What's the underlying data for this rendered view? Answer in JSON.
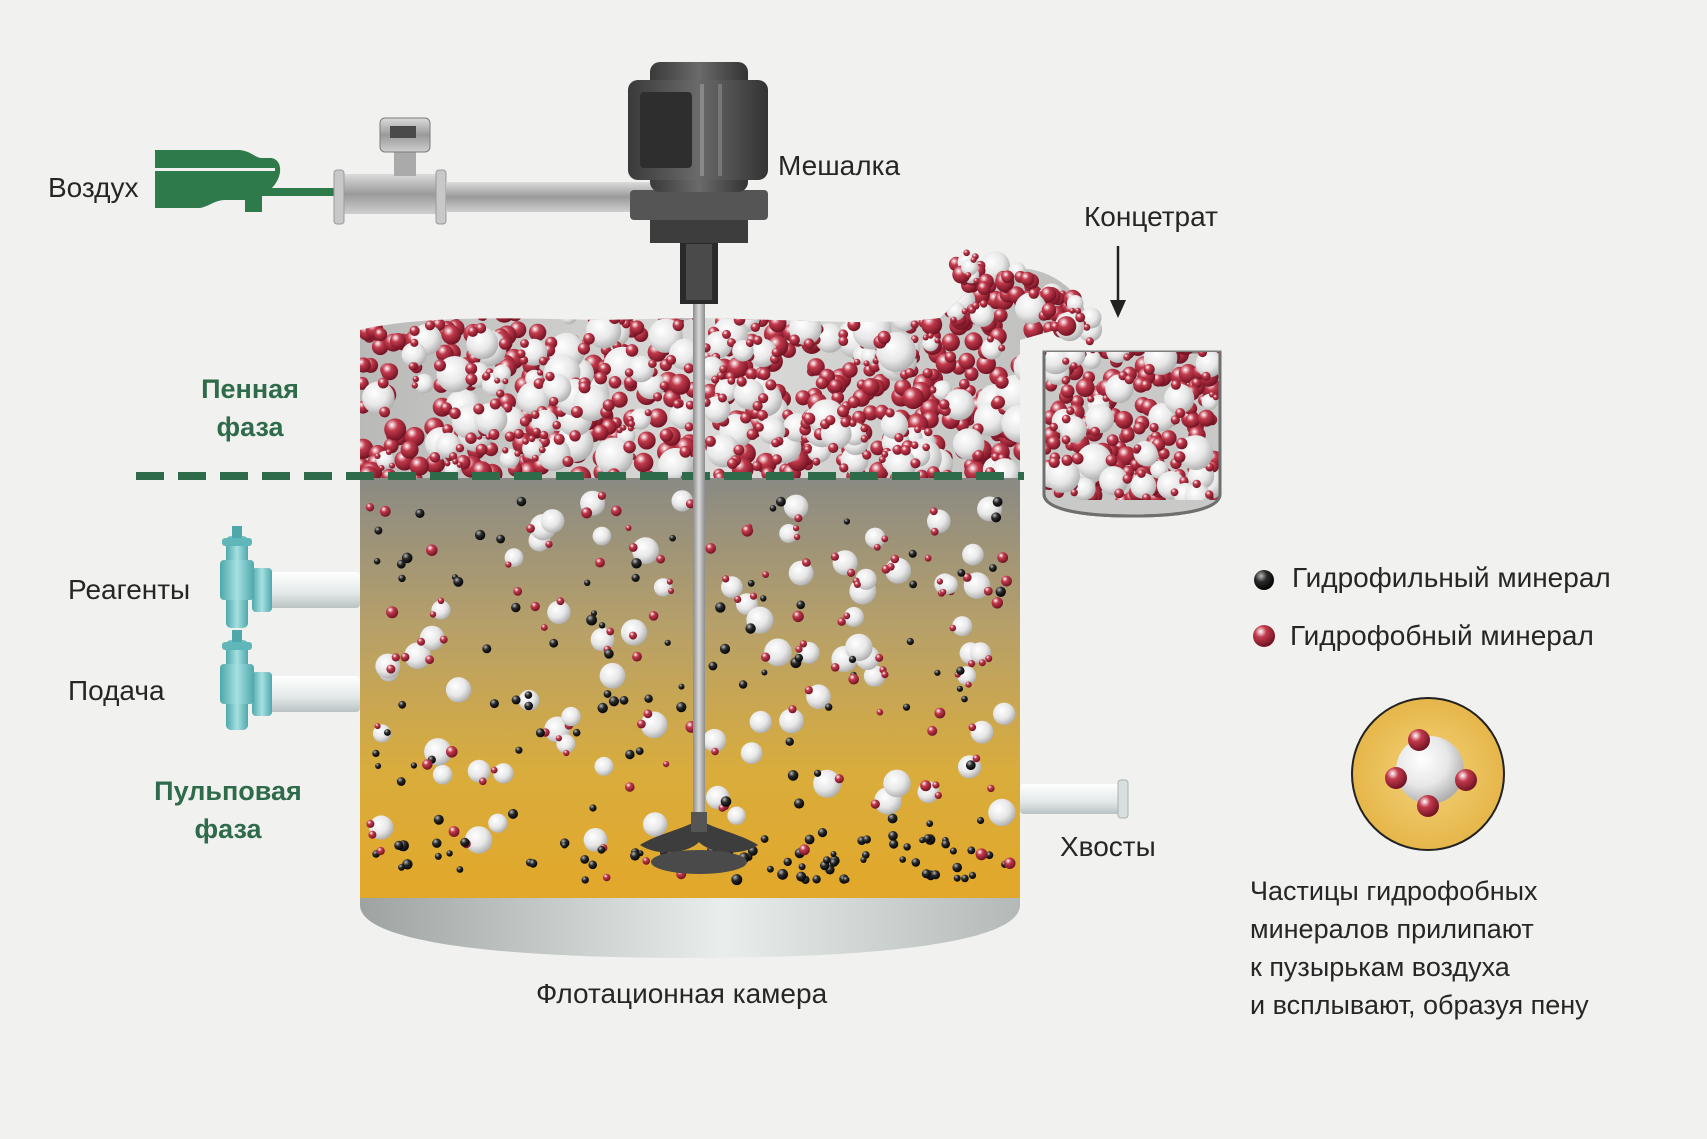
{
  "labels": {
    "air": "Воздух",
    "agitator": "Мешалка",
    "concentrate": "Концетрат",
    "reagents": "Реагенты",
    "feed": "Подача",
    "tailings": "Хвосты",
    "cell": "Флотационная камера"
  },
  "phases": {
    "froth": [
      "Пенная",
      "фаза"
    ],
    "pulp": [
      "Пульповая",
      "фаза"
    ]
  },
  "legend": {
    "hydrophilic": "Гидрофильный минерал",
    "hydrophobic": "Гидрофобный минерал"
  },
  "caption": [
    "Частицы гидрофобных",
    "минералов прилипают",
    "к пузырькам воздуха",
    "и всплывают, образуя пену"
  ],
  "colors": {
    "background": "#f1f1ef",
    "phase_text": "#2e6b4a",
    "pulp_top": "#8a8a84",
    "pulp_bottom": "#e0a92c",
    "hydrophobic": "#9b1b30",
    "hydrophilic": "#1a1a1a",
    "pipe_green": "#2f7a4a",
    "valve_teal": "#6fc3c6"
  }
}
